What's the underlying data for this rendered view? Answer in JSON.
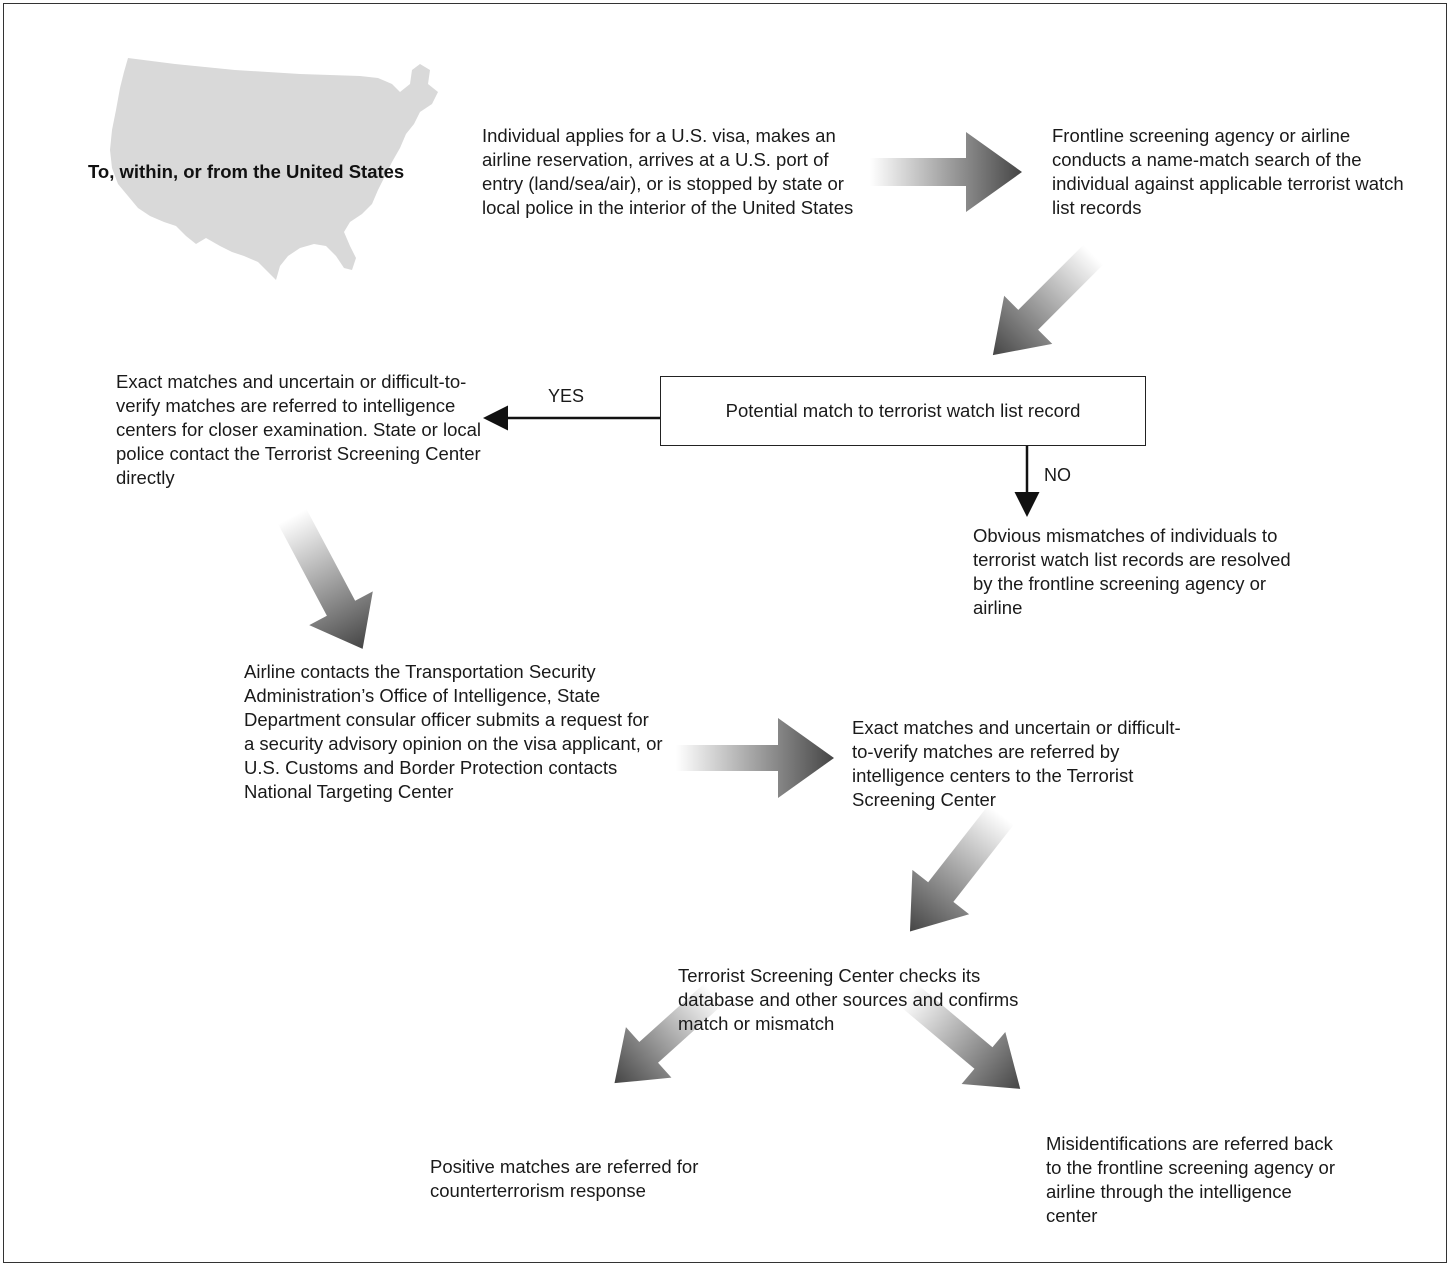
{
  "region_label": "To, within, or from the United States",
  "steps": {
    "apply": "Individual applies for a U.S. visa, makes an airline reservation, arrives at a U.S. port of entry (land/sea/air), or is stopped by state or local police in the interior of the United States",
    "name_match": "Frontline screening agency or airline conducts a name-match search of the individual against applicable terrorist watch list records",
    "potential_match": "Potential match to terrorist watch list record",
    "yes_outcome": "Exact matches and uncertain or difficult-to-verify matches are referred to intelligence centers for closer examination. State or local police contact the Terrorist Screening Center directly",
    "no_outcome": "Obvious mismatches of individuals to terrorist watch list records are resolved by the frontline screening agency or airline",
    "intel_contact": "Airline contacts the Transportation Security Administration’s Office of Intelligence, State Department consular officer submits a request for a security advisory opinion on the visa applicant, or U.S. Customs and Border Protection contacts National Targeting Center",
    "referred_tsc": "Exact matches and uncertain or difficult-to-verify matches are referred by intelligence centers to the Terrorist Screening Center",
    "tsc_check": "Terrorist Screening Center checks its database and other sources and confirms match or mismatch",
    "positive": "Positive matches are referred for counterterrorism response",
    "misidentified": "Misidentifications are referred back to the frontline screening agency or airline through the intelligence center"
  },
  "branch_labels": {
    "yes": "YES",
    "no": "NO"
  },
  "colors": {
    "arrow_dark": "#4a4a4a",
    "arrow_light": "#ffffff",
    "map_fill": "#d9d9d9"
  }
}
